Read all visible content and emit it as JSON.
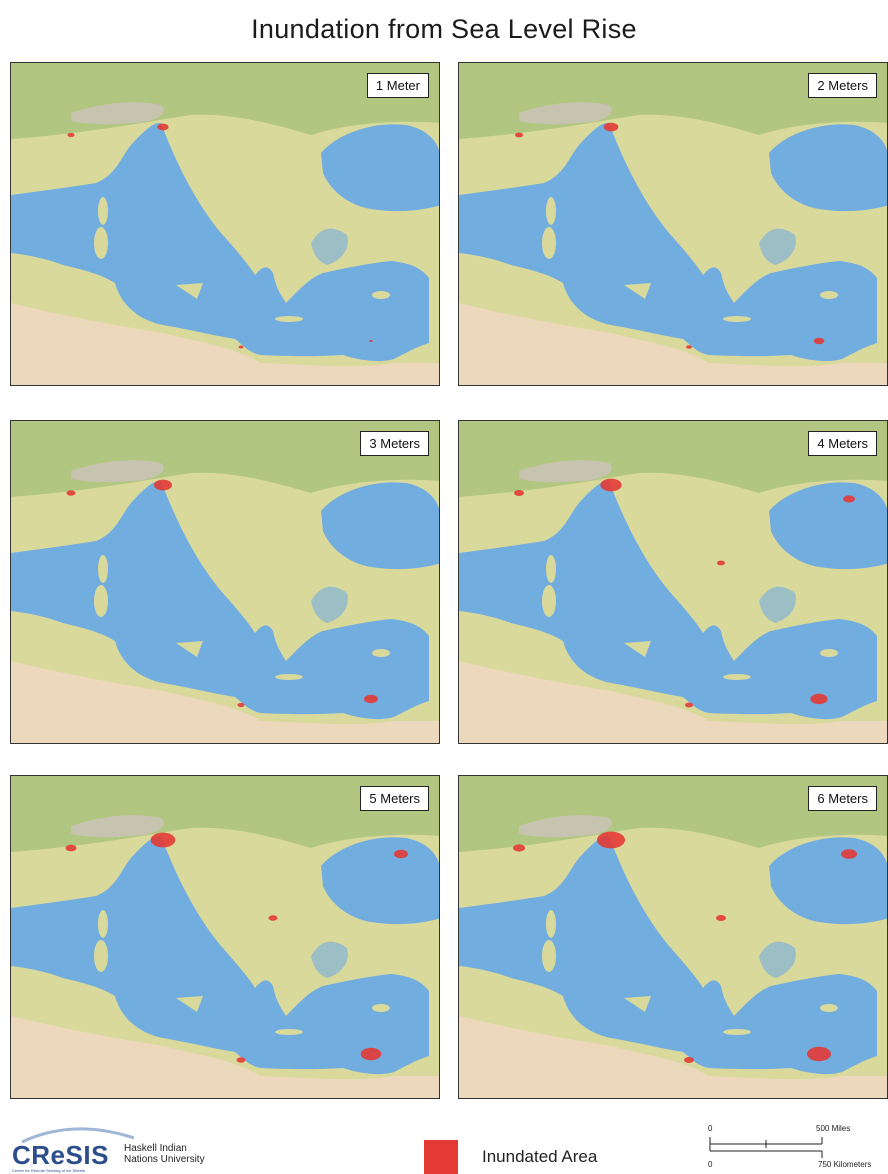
{
  "title": "Inundation from Sea Level Rise",
  "panels": [
    {
      "label": "1 Meter",
      "level_m": 1
    },
    {
      "label": "2 Meters",
      "level_m": 2
    },
    {
      "label": "3 Meters",
      "level_m": 3
    },
    {
      "label": "4 Meters",
      "level_m": 4
    },
    {
      "label": "5 Meters",
      "level_m": 5
    },
    {
      "label": "6 Meters",
      "level_m": 6
    }
  ],
  "legend": {
    "label": "Inundated Area",
    "color": "#e33a36"
  },
  "colors": {
    "sea": "#72addf",
    "land": "#d9d99c",
    "forest": "#a9c27c",
    "desert": "#ecd9bd",
    "mountain": "#c9c3b4"
  },
  "footer": {
    "logo": "CReSIS",
    "logo_tagline": "Center for Remote Sensing of Ice Sheets",
    "partner_line1": "Haskell Indian",
    "partner_line2": "Nations University"
  },
  "scalebar": {
    "miles_start": "0",
    "miles_end": "500 Miles",
    "km_start": "0",
    "km_end": "750 Kilometers"
  }
}
